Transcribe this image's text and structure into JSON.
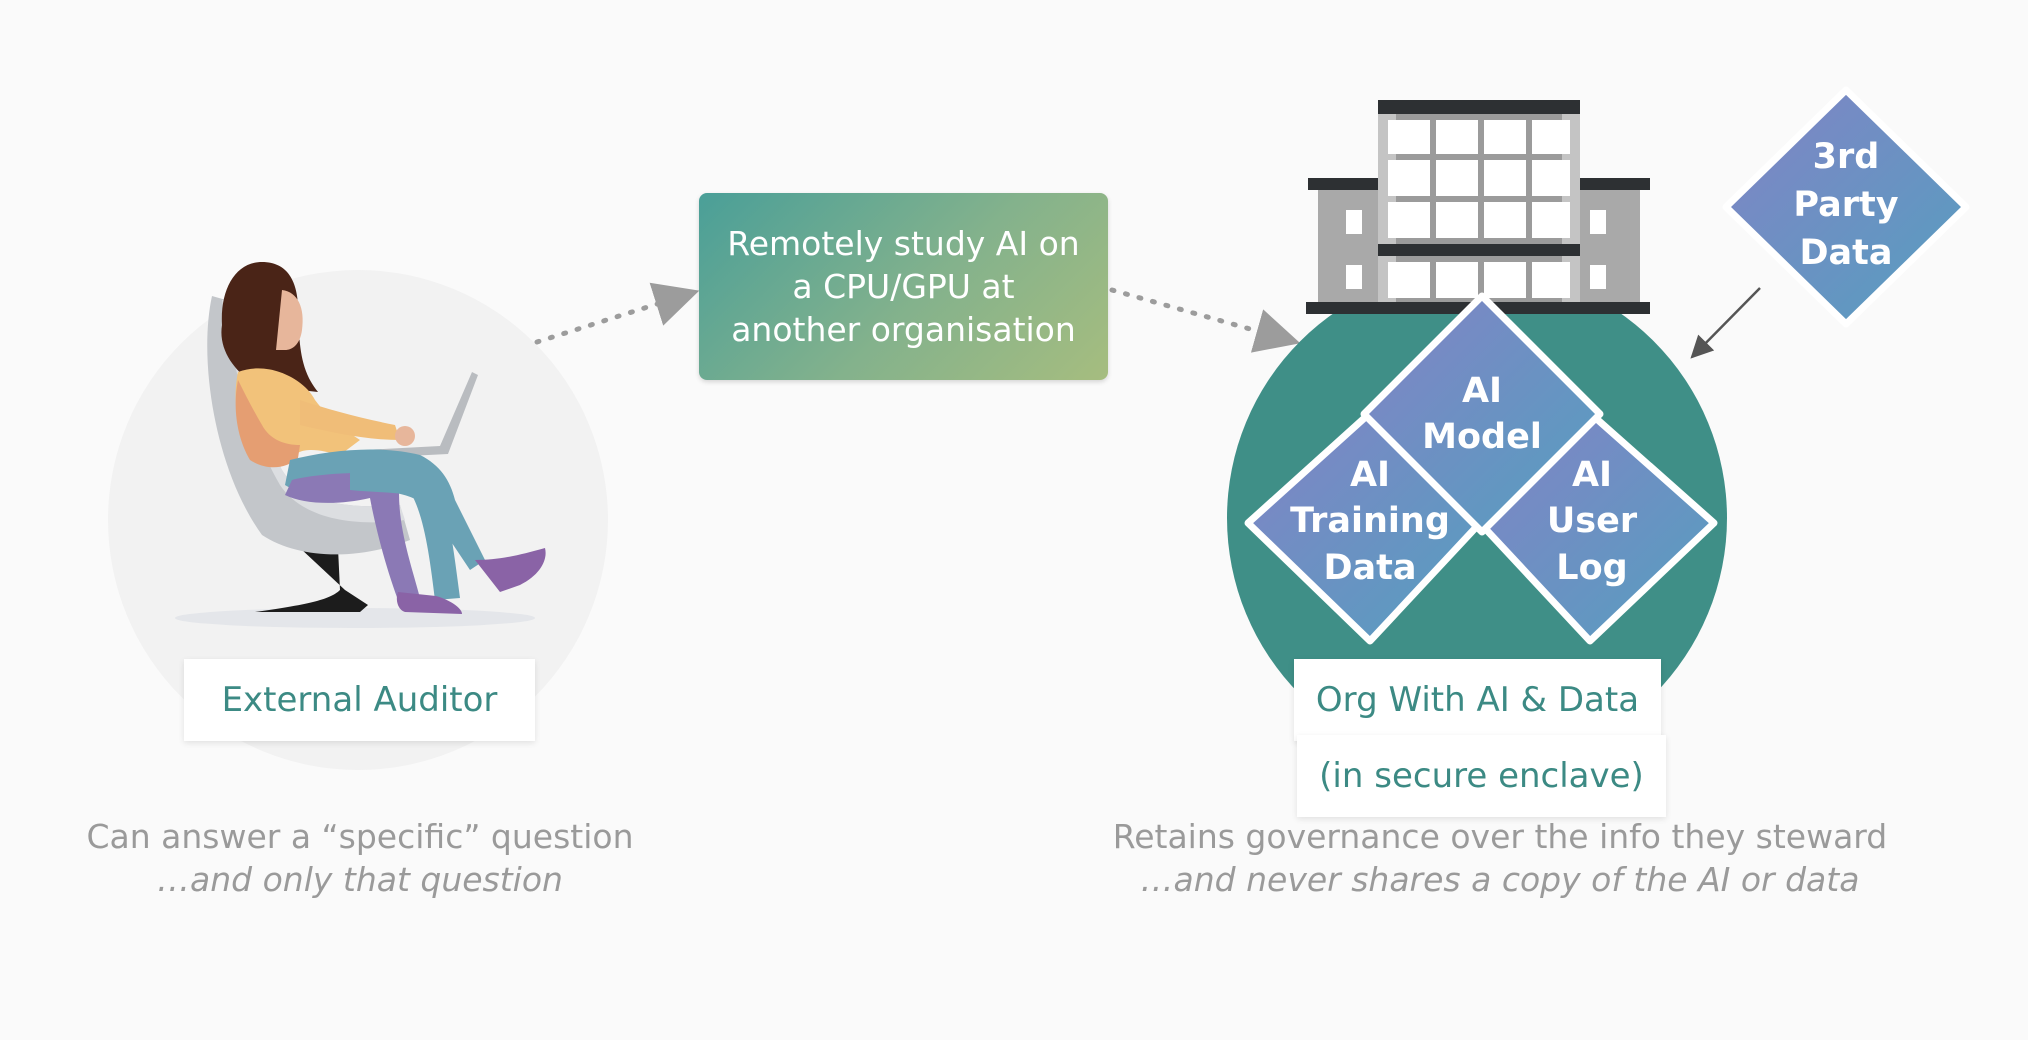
{
  "auditor": {
    "label": "External Auditor",
    "caption_line1": "Can answer a “specific” question",
    "caption_line2": "…and only that question"
  },
  "message": {
    "line1": "Remotely study AI on",
    "line2": "a CPU/GPU at",
    "line3": "another organisation"
  },
  "organisation": {
    "label": "Org With AI & Data",
    "sublabel": "(in secure enclave)",
    "caption_line1": "Retains governance over the info they steward",
    "caption_line2": "…and never shares a copy of the AI or data"
  },
  "diamonds": {
    "third_party": [
      "3rd",
      "Party",
      "Data"
    ],
    "ai_model": [
      "AI",
      "Model"
    ],
    "ai_training_data": [
      "AI",
      "Training",
      "Data"
    ],
    "ai_user_log": [
      "AI",
      "User",
      "Log"
    ]
  },
  "colors": {
    "teal": "#3f8f87",
    "label_text": "#3c8a84",
    "diamond_start": "#7d86c2",
    "diamond_end": "#5a9ac0",
    "caption": "#9a9a9a"
  }
}
